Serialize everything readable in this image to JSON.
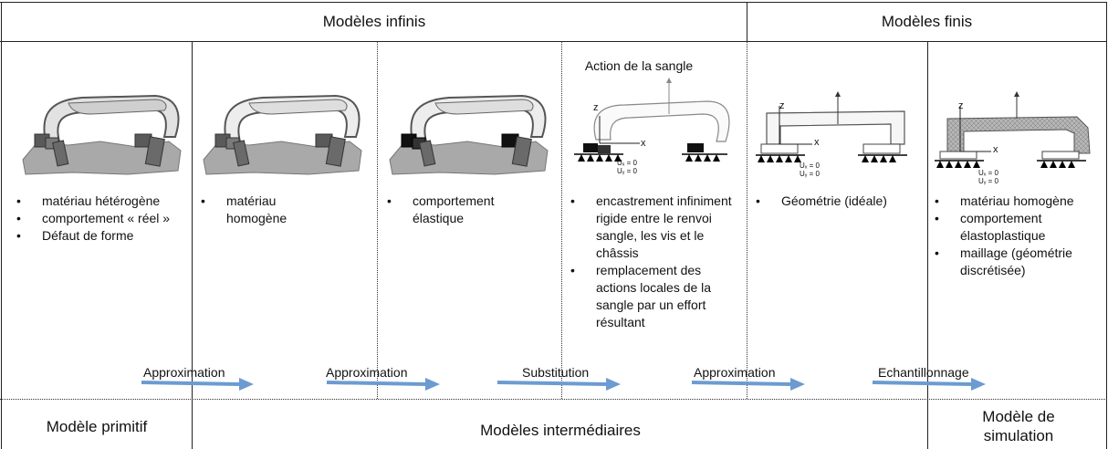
{
  "header": {
    "infinite_models": "Modèles infinis",
    "finite_models": "Modèles finis"
  },
  "columns": [
    {
      "id": "real",
      "bullets": [
        "matériau hétérogène",
        "comportement « réel »",
        "Défaut de forme"
      ]
    },
    {
      "id": "homog",
      "bullets": [
        "matériau homogène"
      ]
    },
    {
      "id": "elastic",
      "bullets": [
        "comportement élastique"
      ]
    },
    {
      "id": "rigid",
      "annotation": "Action de la sangle",
      "bullets": [
        "encastrement infiniment rigide entre le renvoi sangle, les vis et le châssis",
        "remplacement des actions locales de la sangle par un effort résultant"
      ]
    },
    {
      "id": "geom",
      "bullets": [
        "Géométrie (idéale)"
      ]
    },
    {
      "id": "mesh",
      "bullets": [
        "matériau homogène",
        "comportement élastoplastique",
        "maillage (géométrie discrétisée)"
      ]
    }
  ],
  "arrows": [
    "Approximation",
    "Approximation",
    "Substitution",
    "Approximation",
    "Echantillonnage"
  ],
  "footer": {
    "primitive": "Modèle primitif",
    "intermediate": "Modèles intermédiaires",
    "simulation": "Modèle de simulation"
  },
  "axis_labels": {
    "z": "z",
    "x": "x",
    "u1": "Uₓ = 0",
    "u2": "Uᵧ = 0"
  },
  "colors": {
    "arrow": "#6b9bd1",
    "part_dark": "#555555",
    "part_light": "#d8d8d8",
    "ground": "#a0a0a0"
  }
}
